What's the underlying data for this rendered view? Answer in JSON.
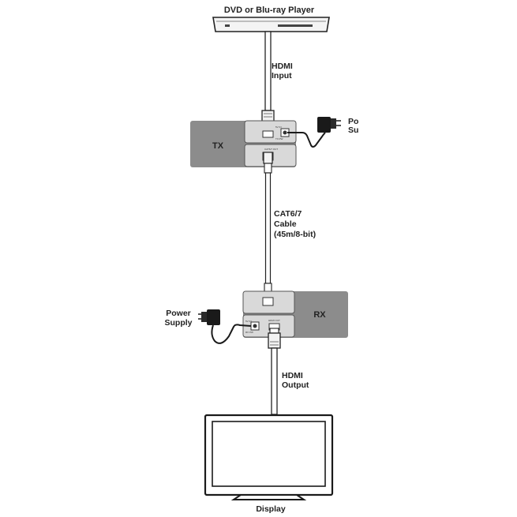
{
  "devices": {
    "source": {
      "label": "DVD or Blu-ray Player"
    },
    "tx": {
      "label": "TX",
      "power_port_label": "5V IN",
      "power_port_sublabel": "TX PW",
      "cat_port_label": "CAT6/7 OUT"
    },
    "rx": {
      "label": "RX",
      "power_port_label": "5V IN",
      "power_port_sublabel": "RX PW",
      "hdmi_port_label": "HDMI OUT"
    },
    "display": {
      "label": "Display"
    }
  },
  "connections": {
    "hdmi_input": {
      "line1": "HDMI",
      "line2": "Input"
    },
    "cat_cable": {
      "line1": "CAT6/7",
      "line2": "Cable",
      "line3": "(45m/8-bit)"
    },
    "hdmi_output": {
      "line1": "HDMI",
      "line2": "Output"
    }
  },
  "power": {
    "tx_supply": {
      "line1": "Po",
      "line2": "Su"
    },
    "rx_supply": {
      "line1": "Power",
      "line2": "Supply"
    }
  },
  "colors": {
    "box_fill": "#8c8c8c",
    "panel_fill": "#d9d9d9",
    "line": "#1a1a1a"
  }
}
